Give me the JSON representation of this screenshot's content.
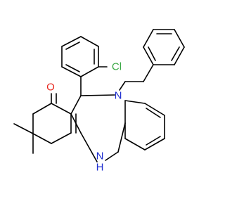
{
  "molecule": {
    "atom_labels": {
      "chlorine": "Cl",
      "oxygen": "O",
      "nitrogen_benzyl": "N",
      "nitrogen_amine": "N",
      "amine_hydrogen": "H"
    },
    "colors": {
      "chlorine": "#3aa845",
      "oxygen": "#e8281f",
      "nitrogen": "#1f2fd0",
      "bond": "#000000",
      "background": "#ffffff"
    }
  }
}
